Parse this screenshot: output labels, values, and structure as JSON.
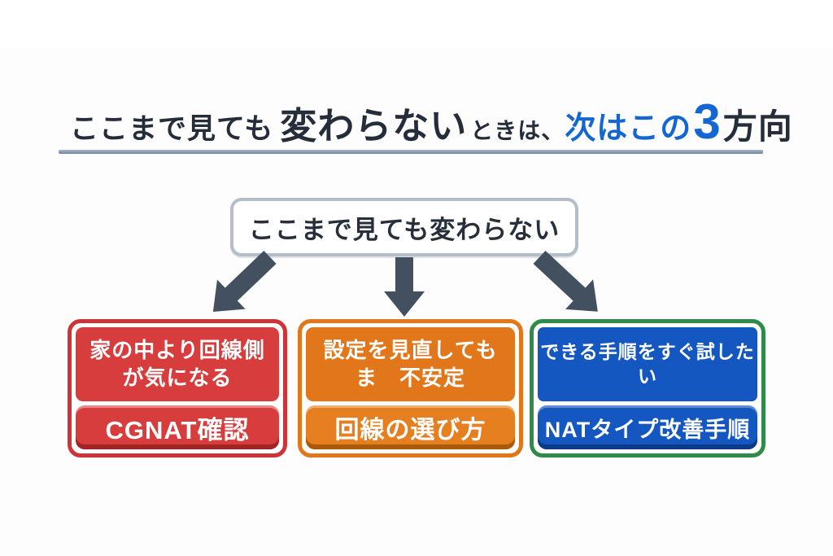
{
  "title": {
    "segments": [
      {
        "text": "ここまで見ても"
      },
      {
        "text": "変わらない"
      },
      {
        "text": "ときは、"
      },
      {
        "text": "次はこの"
      },
      {
        "text": "3"
      },
      {
        "text": "方向"
      }
    ]
  },
  "source_box": {
    "label": "ここまで見ても変わらない"
  },
  "cards": [
    {
      "condition_line1": "家の中より回線側",
      "condition_line2": "が気になる",
      "action": "CGNAT確認",
      "theme_color": "#d83d3e"
    },
    {
      "condition_line1": "設定を見直しても",
      "condition_line2": "ま　不安定",
      "action": "回線の選び方",
      "theme_color": "#e2761a"
    },
    {
      "condition_line1": "できる手順をすぐ試したい",
      "condition_line2": "",
      "action": "NATタイプ改善手順",
      "theme_color": "#1457c0",
      "border_color": "#2e8b4a"
    }
  ],
  "colors": {
    "title_dark": "#252d3a",
    "title_blue": "#1467d2",
    "underline": "#7e93ab",
    "arrow": "#42505f",
    "source_border": "#b4bec9"
  }
}
